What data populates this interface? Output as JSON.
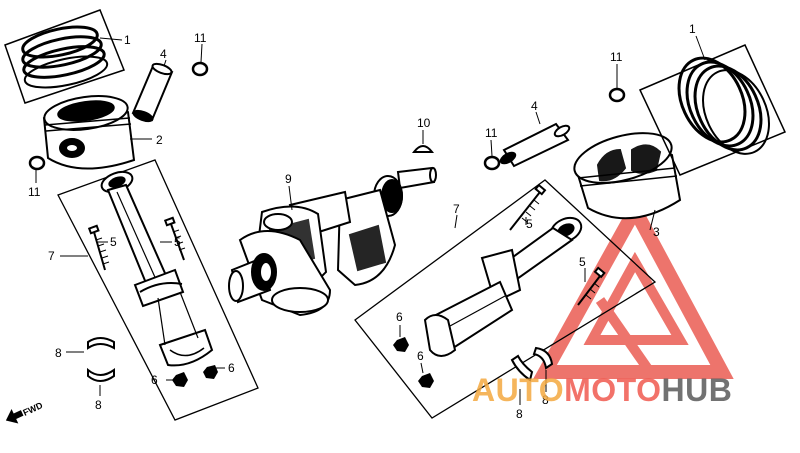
{
  "callouts": {
    "piston_ring_set_left": "1",
    "piston_ring_set_right": "1",
    "piston_left": "2",
    "piston_right": "3",
    "piston_pin_left": "4",
    "piston_pin_right": "4",
    "rod_bolt_left_a": "5",
    "rod_bolt_left_b": "5",
    "rod_bolt_right_a": "5",
    "rod_bolt_right_b": "5",
    "rod_nut_left_a": "6",
    "rod_nut_left_b": "6",
    "rod_nut_right_a": "6",
    "rod_nut_right_b": "6",
    "con_rod_left": "7",
    "con_rod_right": "7",
    "bearing_left_a": "8",
    "bearing_left_b": "8",
    "bearing_right_a": "8",
    "bearing_right_b": "8",
    "crankshaft": "9",
    "woodruff_key": "10",
    "pin_clip_left_a": "11",
    "pin_clip_left_b": "11",
    "pin_clip_right_a": "11",
    "pin_clip_right_b": "11"
  },
  "direction_marker": "FWD",
  "watermark": {
    "part1": "AUTO",
    "part2": "MOTO",
    "part3": "HUB",
    "colors": {
      "auto": "#f4a940",
      "moto": "#f05a4f",
      "hub": "#5a5a5a",
      "triangle": "#e8463c"
    }
  }
}
